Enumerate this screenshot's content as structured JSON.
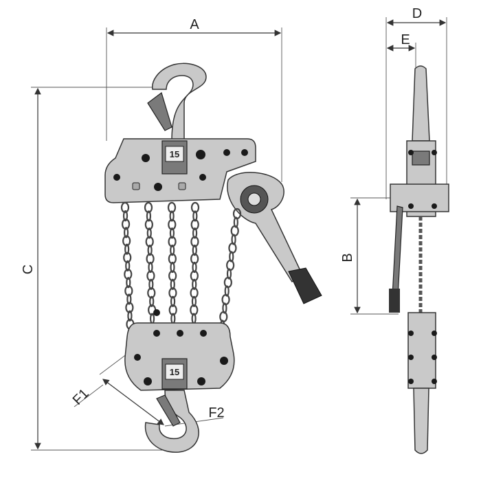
{
  "title": "Lever hoist dimension drawing",
  "dimensions": {
    "A": "A",
    "B": "B",
    "C": "C",
    "D": "D",
    "E": "E",
    "F1": "F1",
    "F2": "F2"
  },
  "plate_label_top": "15",
  "plate_label_bottom": "15",
  "colors": {
    "metal": "#c9c9c9",
    "line": "#333333"
  }
}
